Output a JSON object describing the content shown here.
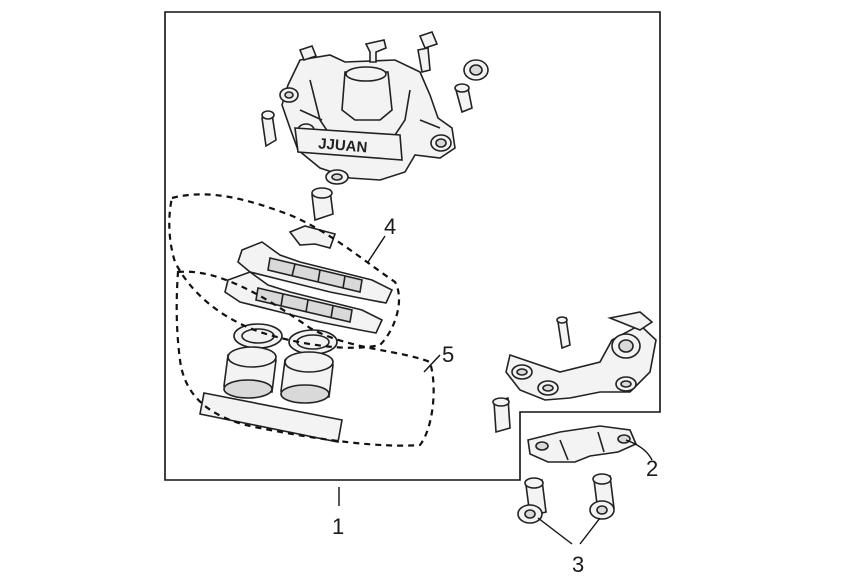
{
  "diagram": {
    "callouts": [
      {
        "id": "1",
        "text": "1"
      },
      {
        "id": "2",
        "text": "2"
      },
      {
        "id": "3",
        "text": "3"
      },
      {
        "id": "4",
        "text": "4"
      },
      {
        "id": "5",
        "text": "5"
      }
    ],
    "caliper_logo": "JJUAN",
    "parts": [
      {
        "number": "1",
        "part": "brake-caliper-assembly"
      },
      {
        "number": "2",
        "part": "caliper-bracket-plate"
      },
      {
        "number": "3",
        "part": "mounting-bolts"
      },
      {
        "number": "4",
        "part": "brake-pads"
      },
      {
        "number": "5",
        "part": "piston-seal-kit"
      }
    ]
  }
}
